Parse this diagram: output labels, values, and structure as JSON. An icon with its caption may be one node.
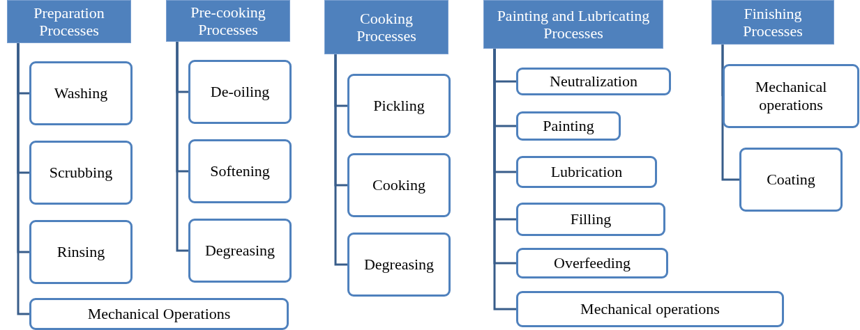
{
  "diagram": {
    "nodes": [
      {
        "text": [
          "Preparation Processes"
        ]
      },
      {
        "text": [
          "Washing"
        ]
      },
      {
        "text": [
          "Scrubbing"
        ]
      },
      {
        "text": [
          "Rinsing"
        ]
      },
      {
        "text": [
          "Mechanical Operations"
        ]
      },
      {
        "text": [
          "Pre-cooking Processes"
        ]
      },
      {
        "text": [
          "De-oiling"
        ]
      },
      {
        "text": [
          "Softening"
        ]
      },
      {
        "text": [
          "Degreasing"
        ]
      },
      {
        "text": [
          "Cooking Processes"
        ]
      },
      {
        "text": [
          "Pickling"
        ]
      },
      {
        "text": [
          "Cooking"
        ]
      },
      {
        "text": [
          "Degreasing"
        ]
      },
      {
        "text": [
          "Painting and Lubricating Processes"
        ]
      },
      {
        "text": [
          "Neutralization"
        ]
      },
      {
        "text": [
          "Painting"
        ]
      },
      {
        "text": [
          "Lubrication"
        ]
      },
      {
        "text": [
          "Filling"
        ]
      },
      {
        "text": [
          "Overfeeding"
        ]
      },
      {
        "text": [
          "Mechanical operations"
        ]
      },
      {
        "text": [
          "Finishing Processes"
        ]
      },
      {
        "text": [
          "Mechanical operations"
        ]
      },
      {
        "text": [
          "Coating"
        ]
      }
    ],
    "edges": [
      {
        "from": 0,
        "to": 1,
        "arrow": "none"
      },
      {
        "from": 0,
        "to": 2,
        "arrow": "none"
      },
      {
        "from": 0,
        "to": 3,
        "arrow": "none"
      },
      {
        "from": 0,
        "to": 4,
        "arrow": "none"
      },
      {
        "from": 5,
        "to": 6,
        "arrow": "none"
      },
      {
        "from": 5,
        "to": 7,
        "arrow": "none"
      },
      {
        "from": 5,
        "to": 8,
        "arrow": "none"
      },
      {
        "from": 9,
        "to": 10,
        "arrow": "none"
      },
      {
        "from": 9,
        "to": 11,
        "arrow": "none"
      },
      {
        "from": 9,
        "to": 12,
        "arrow": "none"
      },
      {
        "from": 13,
        "to": 14,
        "arrow": "none"
      },
      {
        "from": 13,
        "to": 15,
        "arrow": "none"
      },
      {
        "from": 13,
        "to": 16,
        "arrow": "none"
      },
      {
        "from": 13,
        "to": 17,
        "arrow": "none"
      },
      {
        "from": 13,
        "to": 18,
        "arrow": "none"
      },
      {
        "from": 13,
        "to": 19,
        "arrow": "none"
      },
      {
        "from": 20,
        "to": 21,
        "arrow": "none"
      },
      {
        "from": 20,
        "to": 22,
        "arrow": "none"
      }
    ]
  }
}
